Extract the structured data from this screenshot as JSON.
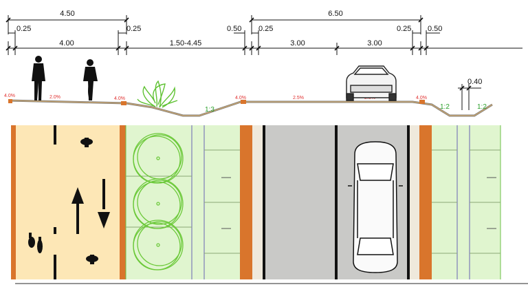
{
  "dimensions": {
    "total_bike": "4.50",
    "total_road": "6.50",
    "offset_left_1": "0.25",
    "path_width": "4.00",
    "offset_left_2": "0.25",
    "verge_width": "1.50-4.45",
    "offset_mid": "0.50",
    "offset_road_left": "0.25",
    "lane_1": "3.00",
    "lane_2": "3.00",
    "offset_road_right": "0.25",
    "offset_right": "0.50",
    "gutter_width": "0.40"
  },
  "slopes": {
    "s1": "4.0%",
    "s2": "2.0%",
    "s3": "4.0%",
    "s4": "4.0%",
    "s5": "2.5%",
    "s6": "2.5%",
    "s7": "4.0%",
    "ratio_1": "1:3",
    "ratio_2": "1:2",
    "ratio_3": "1:2"
  },
  "colors": {
    "bike_surface": "#fde7b6",
    "curb": "#d9752c",
    "verge": "#e0f5cf",
    "road": "#c9c9c7",
    "tree": "#6cc93a",
    "slope_text": "#e03030"
  },
  "icons": [
    "pedestrian-icon",
    "cyclist-icon",
    "car-icon",
    "tree-icon",
    "bush-icon",
    "arrow-up-icon",
    "arrow-down-icon"
  ]
}
